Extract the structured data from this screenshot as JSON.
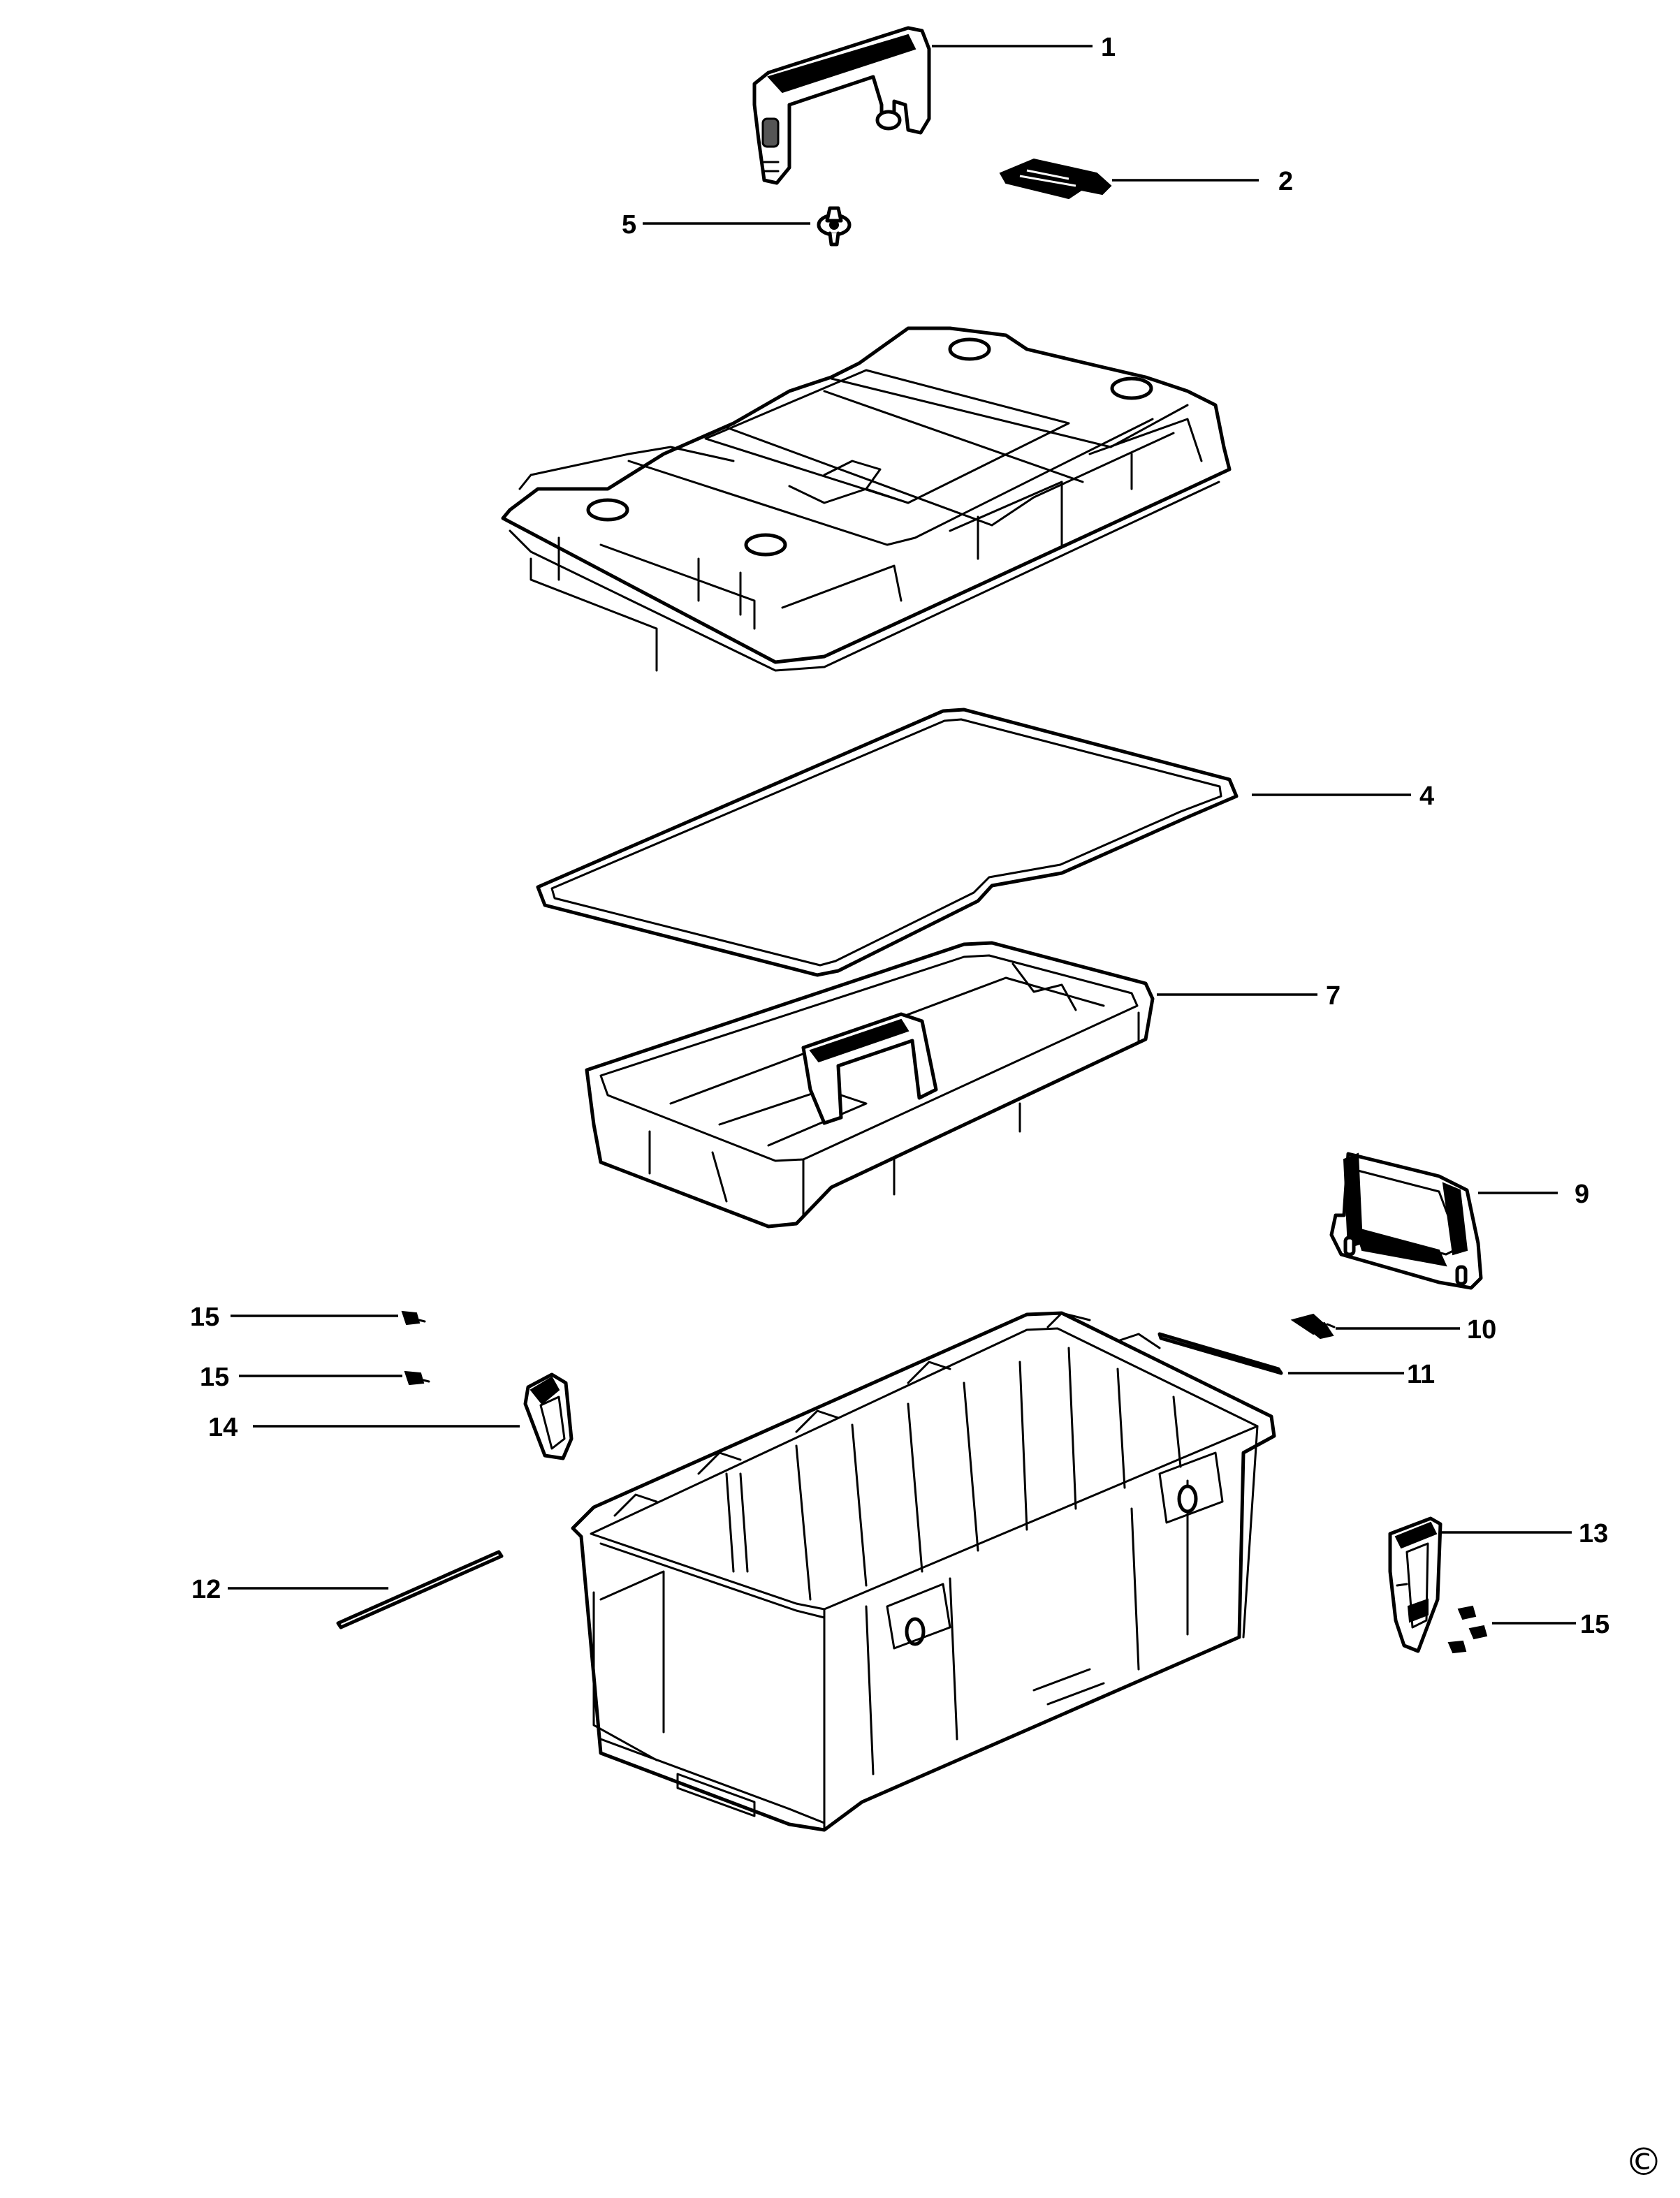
{
  "callouts": [
    {
      "id": "c1",
      "label": "1"
    },
    {
      "id": "c2",
      "label": "2"
    },
    {
      "id": "c5",
      "label": "5"
    },
    {
      "id": "c4",
      "label": "4"
    },
    {
      "id": "c7",
      "label": "7"
    },
    {
      "id": "c9",
      "label": "9"
    },
    {
      "id": "c15a",
      "label": "15"
    },
    {
      "id": "c10",
      "label": "10"
    },
    {
      "id": "c15b",
      "label": "15"
    },
    {
      "id": "c11",
      "label": "11"
    },
    {
      "id": "c14",
      "label": "14"
    },
    {
      "id": "c13",
      "label": "13"
    },
    {
      "id": "c12",
      "label": "12"
    },
    {
      "id": "c15c",
      "label": "15"
    }
  ],
  "copyright_symbol": "©"
}
